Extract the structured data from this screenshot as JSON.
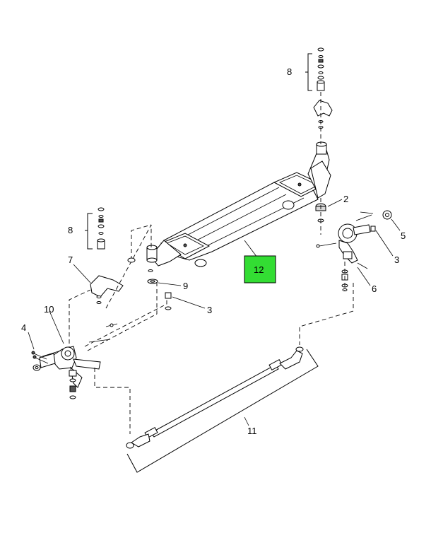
{
  "callouts": {
    "c8_top": "8",
    "c2": "2",
    "c5": "5",
    "c3_right": "3",
    "c6": "6",
    "c12": "12",
    "c8_left": "8",
    "c7": "7",
    "c9": "9",
    "c3_mid": "3",
    "c10": "10",
    "c4": "4",
    "c11": "11"
  },
  "colors": {
    "highlight": "#33dd33",
    "line": "#000000",
    "background": "#ffffff"
  }
}
